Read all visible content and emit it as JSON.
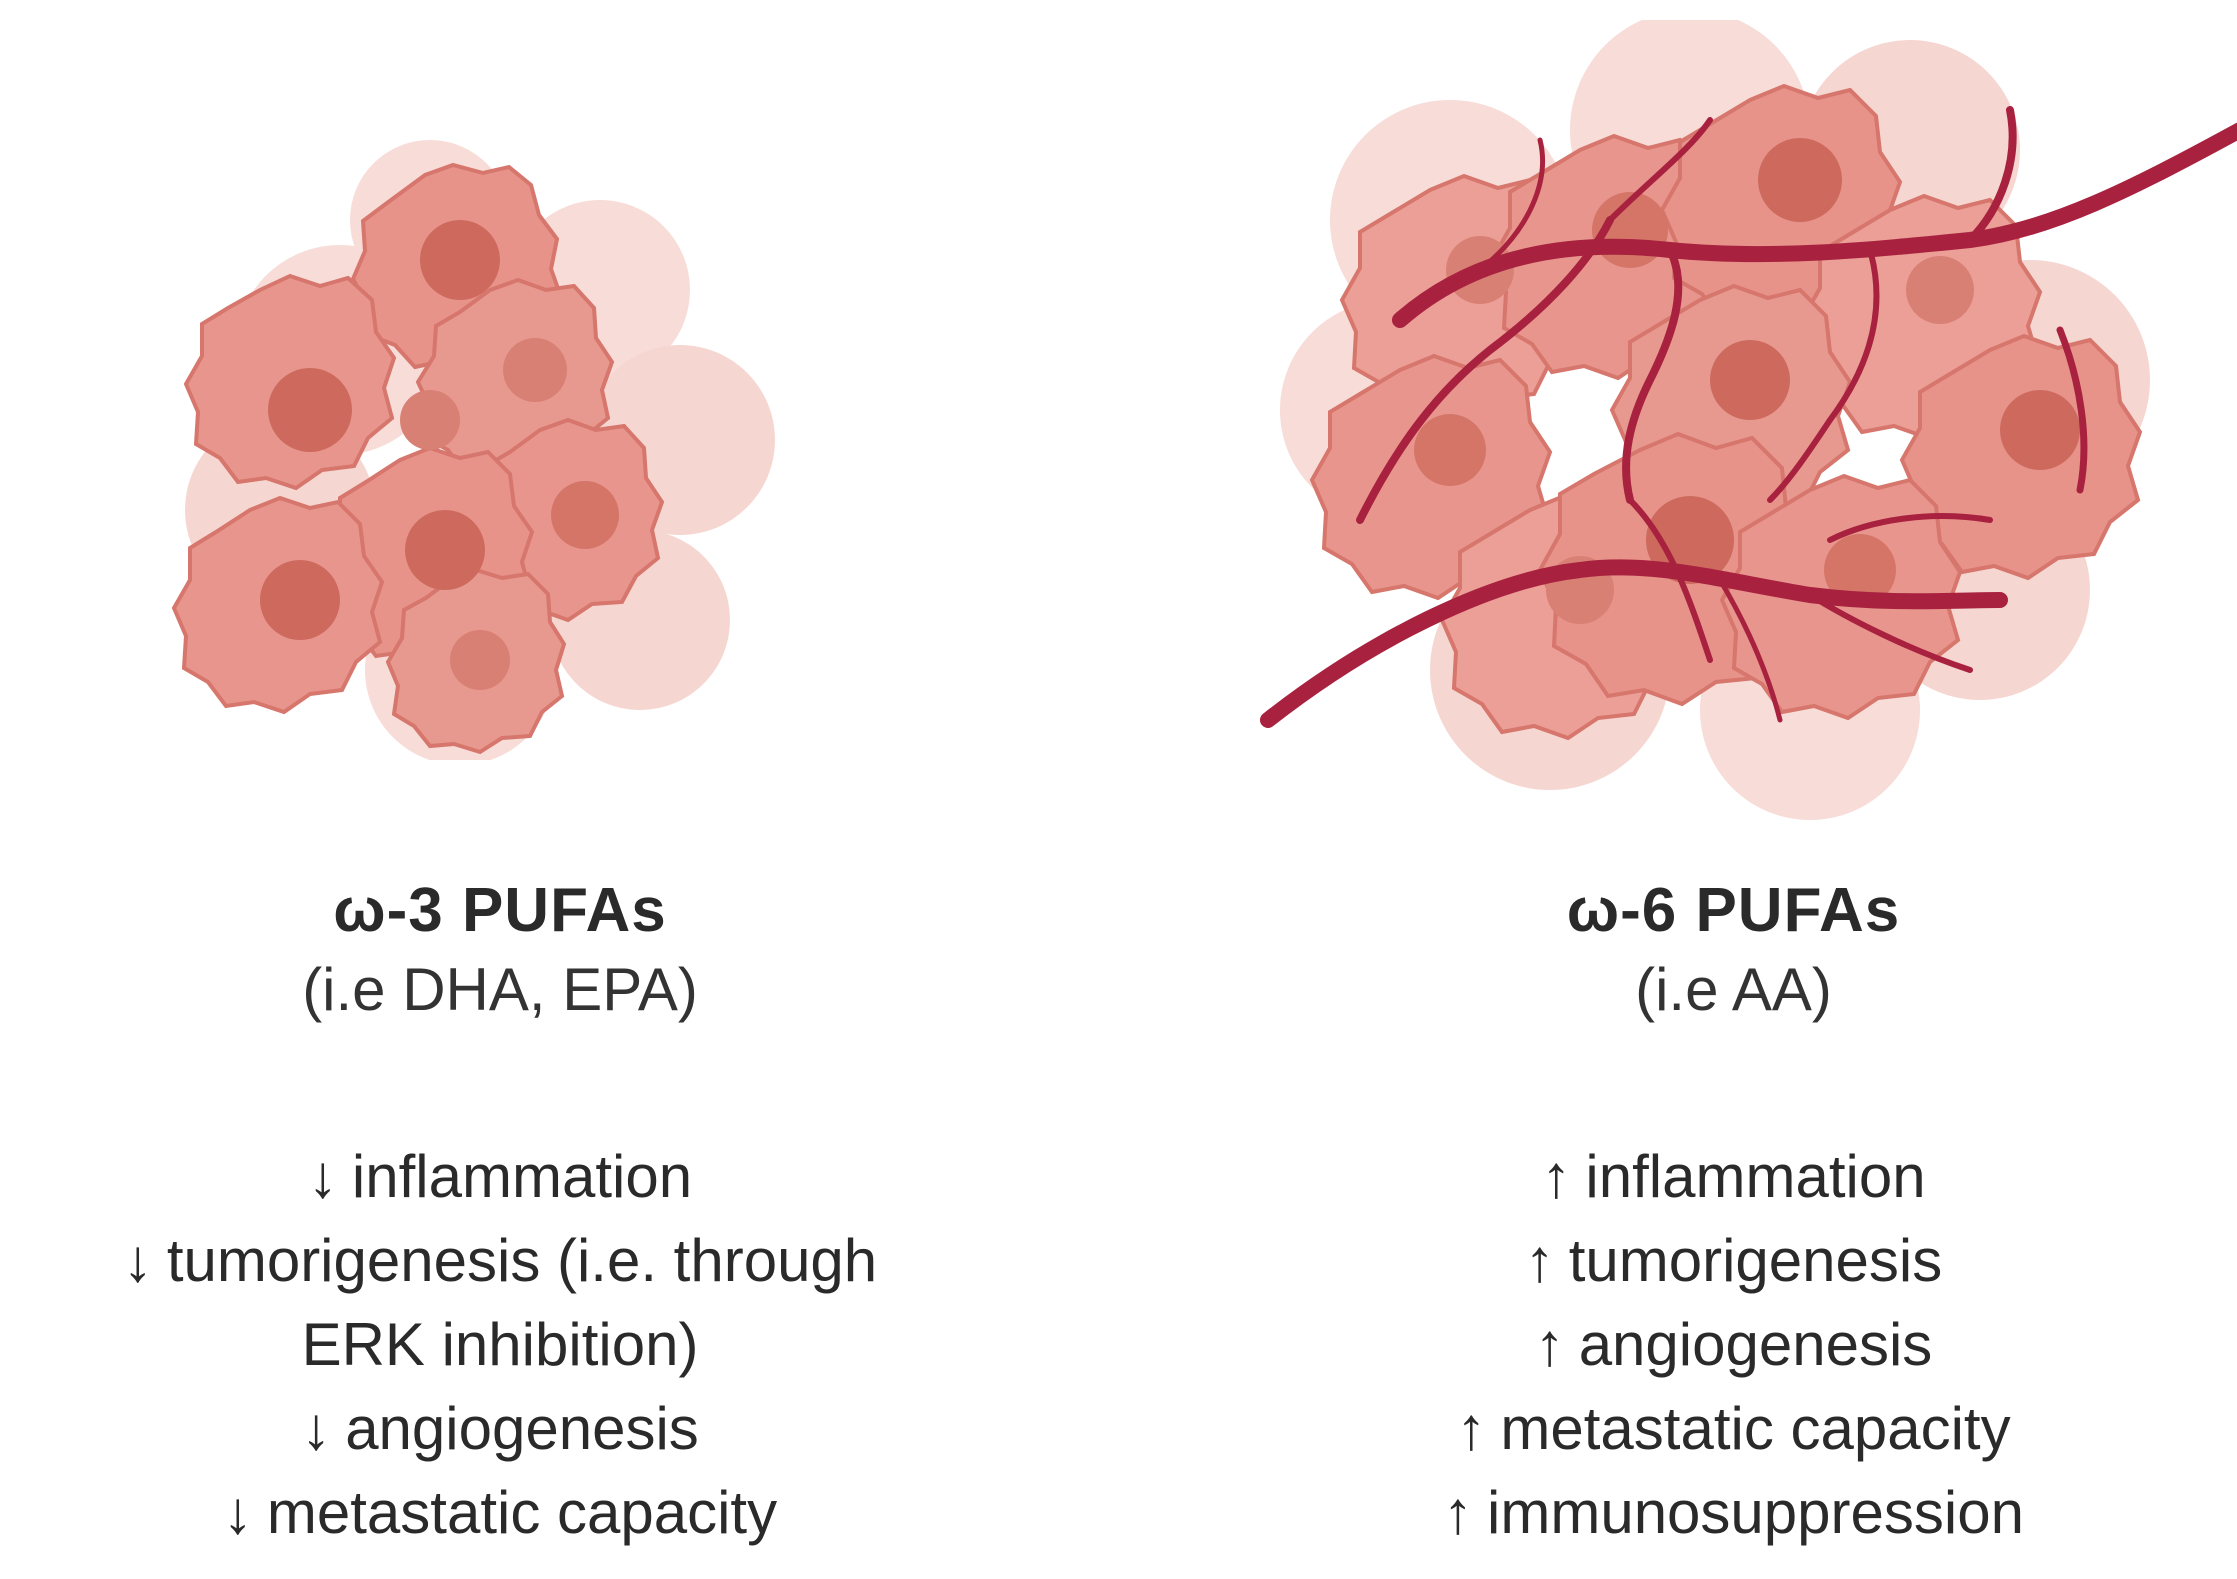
{
  "colors": {
    "cell_fill": "#e7938a",
    "cell_edge": "#d6766c",
    "nucleus": "#cd6a5d",
    "faded_cell": "#f2c8c2",
    "vessel": "#a8223f",
    "text": "#2a2a2a"
  },
  "left": {
    "title": "ω-3 PUFAs",
    "subtitle": "(i.e DHA, EPA)",
    "effects": [
      {
        "arrow": "↓",
        "text": "inflammation"
      },
      {
        "arrow": "↓",
        "text": "tumorigenesis (i.e. through",
        "continuation": "ERK inhibition)"
      },
      {
        "arrow": "↓",
        "text": "angiogenesis"
      },
      {
        "arrow": "↓",
        "text": "metastatic capacity"
      }
    ]
  },
  "right": {
    "title": "ω-6 PUFAs",
    "subtitle": "(i.e AA)",
    "effects": [
      {
        "arrow": "↑",
        "text": "inflammation"
      },
      {
        "arrow": "↑",
        "text": "tumorigenesis"
      },
      {
        "arrow": "↑",
        "text": "angiogenesis"
      },
      {
        "arrow": "↑",
        "text": "metastatic capacity"
      },
      {
        "arrow": "↑",
        "text": "immunosuppression"
      }
    ]
  }
}
